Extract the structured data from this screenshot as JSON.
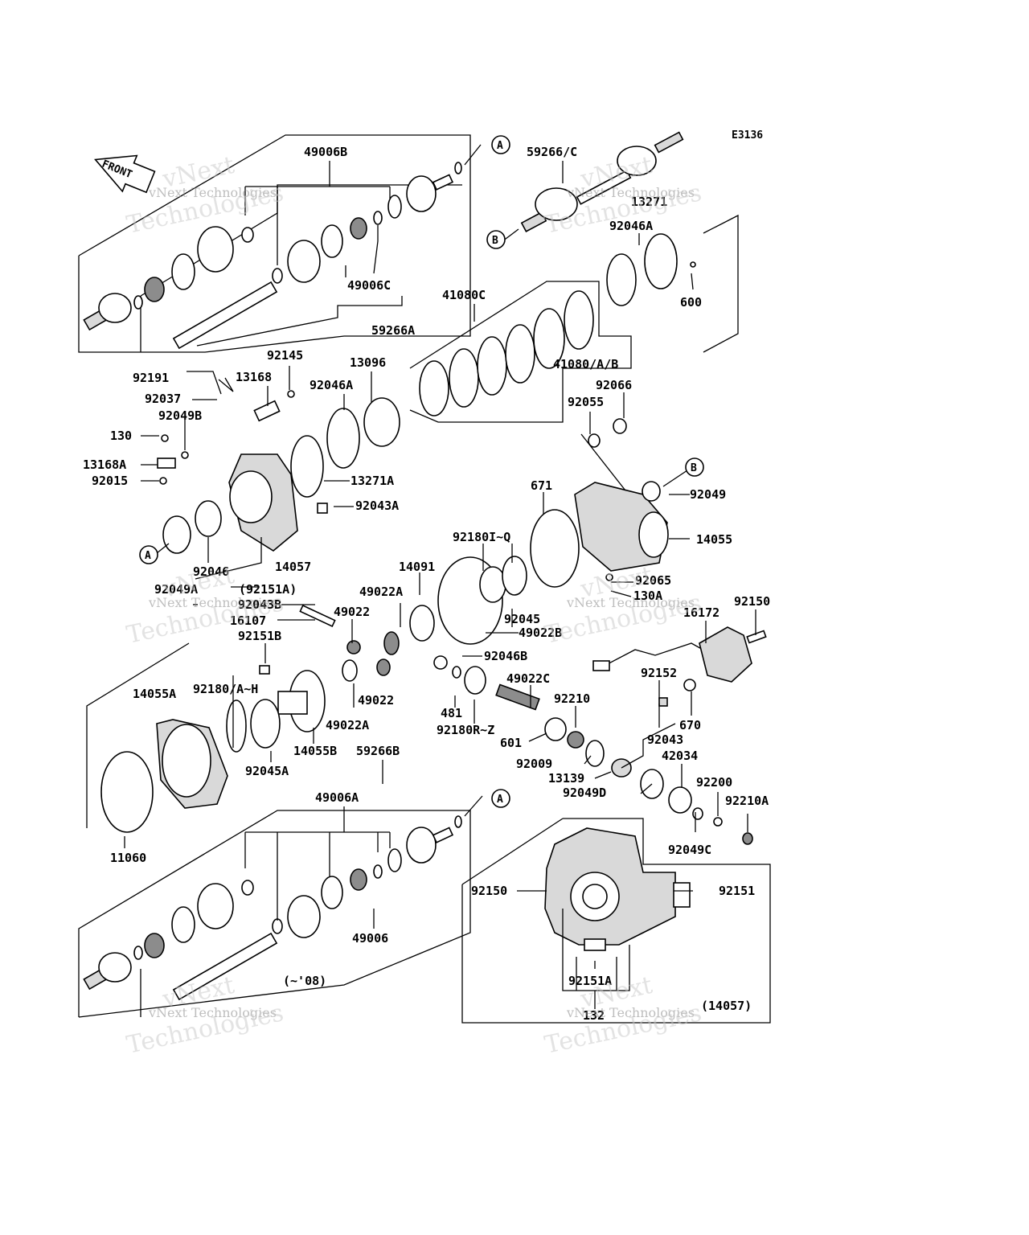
{
  "diagram_code": "E3136",
  "front_arrow_label": "FRONT",
  "watermark_small": "vNext Technologies",
  "watermark_large": "Technologies",
  "watermark_vnext": "vNext",
  "labels": [
    "49006B",
    "59266/C",
    "49006C",
    "59266A",
    "92046A",
    "600",
    "41080C",
    "41080/A/B",
    "92191",
    "92145",
    "13168",
    "13096",
    "92037",
    "92046A",
    "92049B",
    "130",
    "13168A",
    "92015",
    "92066",
    "92055",
    "13271A",
    "92043A",
    "92049",
    "671",
    "14055",
    "92180I~Q",
    "14091",
    "92046",
    "14057",
    "92049A",
    "(92151A)",
    "92043B",
    "16107",
    "49022",
    "49022A",
    "92045",
    "49022B",
    "92065",
    "130A",
    "92150",
    "16172",
    "92151B",
    "92046B",
    "49022C",
    "92152",
    "14055A",
    "92180/A~H",
    "481",
    "92210",
    "670",
    "92180R~Z",
    "601",
    "92043",
    "14055B",
    "92045A",
    "59266B",
    "92009",
    "42034",
    "13139",
    "92200",
    "92049D",
    "92210A",
    "49006A",
    "92049C",
    "11060",
    "92150",
    "92151",
    "49006",
    "(~'08)",
    "92151A",
    "132",
    "(14057)",
    "49022A",
    "49022",
    "13271"
  ],
  "callouts": [
    "A",
    "B",
    "B",
    "A",
    "A"
  ]
}
